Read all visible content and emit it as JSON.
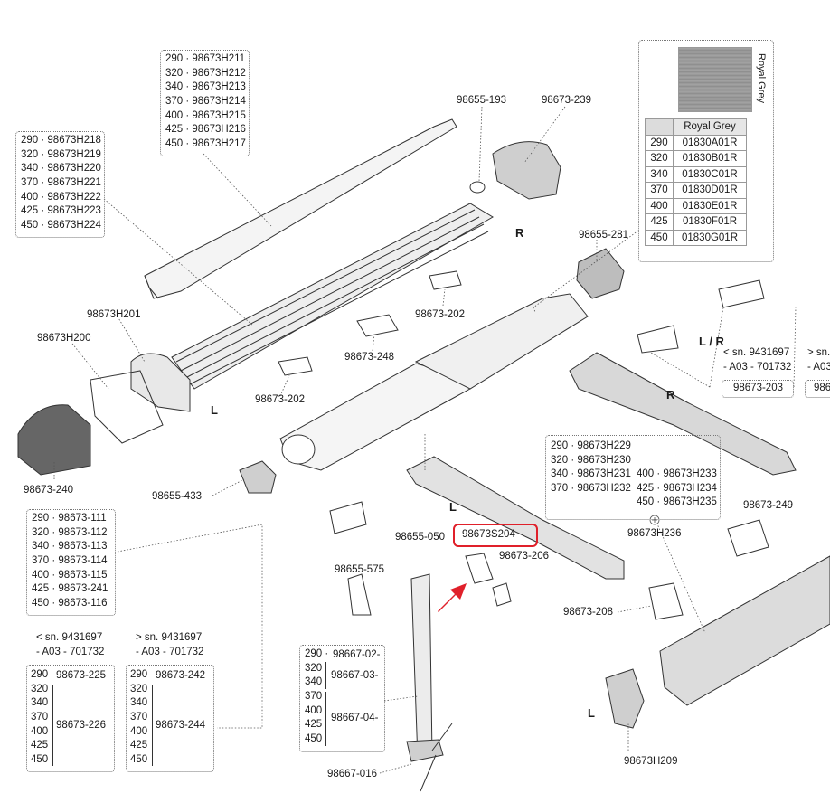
{
  "swatch_label": "Royal Grey",
  "grey_table": {
    "header": "Royal Grey",
    "rows": [
      {
        "size": "290",
        "code": "01830A01R"
      },
      {
        "size": "320",
        "code": "01830B01R"
      },
      {
        "size": "340",
        "code": "01830C01R"
      },
      {
        "size": "370",
        "code": "01830D01R"
      },
      {
        "size": "400",
        "code": "01830E01R"
      },
      {
        "size": "425",
        "code": "01830F01R"
      },
      {
        "size": "450",
        "code": "01830G01R"
      }
    ]
  },
  "box_top_cover": [
    "290 · 98673H211",
    "320 · 98673H212",
    "340 · 98673H213",
    "370 · 98673H214",
    "400 · 98673H215",
    "425 · 98673H216",
    "450 · 98673H217"
  ],
  "box_left_profile": [
    "290 · 98673H218",
    "320 · 98673H219",
    "340 · 98673H220",
    "370 · 98673H221",
    "400 · 98673H222",
    "425 · 98673H223",
    "450 · 98673H224"
  ],
  "box_tube": [
    "290 · 98673-111",
    "320 · 98673-112",
    "340 · 98673-113",
    "370 · 98673-114",
    "400 · 98673-115",
    "425 · 98673-241",
    "450 · 98673-116"
  ],
  "box_front_profile_a": [
    "290 · 98673H229",
    "320 · 98673H230",
    "340 · 98673H231",
    "370 · 98673H232"
  ],
  "box_front_profile_b": [
    "400 · 98673H233",
    "425 · 98673H234",
    "450 · 98673H235"
  ],
  "box_legs": {
    "sizes": [
      "290 ·",
      "320",
      "340",
      "370",
      "400",
      "425",
      "450"
    ],
    "code_a": "98667-02-",
    "code_b": "98667-03-",
    "code_c": "98667-04-"
  },
  "arm_box_left": {
    "sizes": [
      "290",
      "320",
      "340",
      "370",
      "400",
      "425",
      "450"
    ],
    "top_code": "98673-225",
    "code": "98673-226"
  },
  "arm_box_right": {
    "sizes": [
      "290",
      "320",
      "340",
      "370",
      "400",
      "425",
      "450"
    ],
    "top_code": "98673-242",
    "code": "98673-244"
  },
  "sn_left": [
    "< sn. 9431697",
    "- A03 - 701732"
  ],
  "sn_right": [
    "> sn. 9431697",
    "- A03 - 701732"
  ],
  "sn_r_left": [
    "< sn. 9431697",
    "- A03 - 701732"
  ],
  "sn_r_right": [
    "> sn.",
    "- A03"
  ],
  "parts": {
    "p98655_193": "98655-193",
    "p98673_239": "98673-239",
    "p98655_281": "98655-281",
    "p98673H201": "98673H201",
    "p98673H200": "98673H200",
    "p98673_240": "98673-240",
    "p98673_202a": "98673-202",
    "p98673_202b": "98673-202",
    "p98673_248": "98673-248",
    "p98655_433": "98655-433",
    "p98673_203": "98673-203",
    "p9867_cut": "986",
    "p98673H236": "98673H236",
    "p98673_249": "98673-249",
    "p98655_050": "98655-050",
    "p98673S204": "98673S204",
    "p98673_206": "98673-206",
    "p98655_575": "98655-575",
    "p98673_208": "98673-208",
    "p98667_016": "98667-016",
    "p98673H209": "98673H209"
  },
  "sides": {
    "r1": "R",
    "l1": "L",
    "lr": "L / R",
    "r2": "R",
    "l2": "L",
    "l3": "L"
  },
  "colors": {
    "highlight": "#e0202a",
    "line": "#333333"
  }
}
